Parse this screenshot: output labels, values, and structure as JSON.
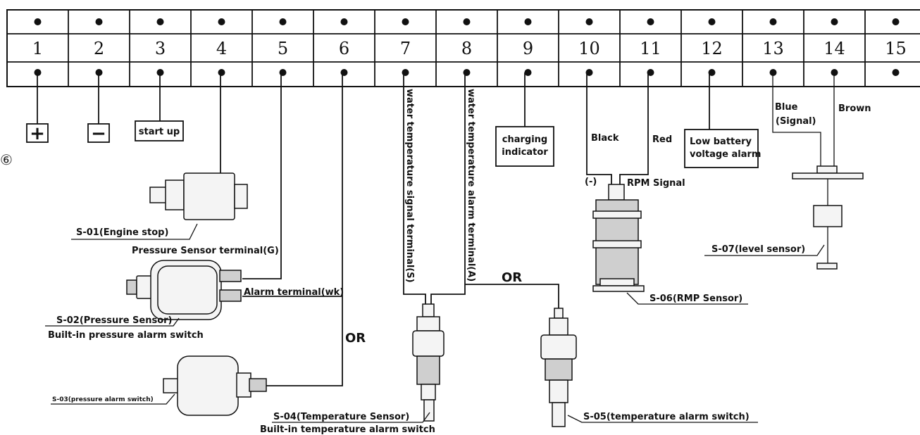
{
  "terminals": [
    "1",
    "2",
    "3",
    "4",
    "5",
    "6",
    "7",
    "8",
    "9",
    "10",
    "11",
    "12",
    "13",
    "14",
    "15"
  ],
  "symbols": {
    "plus": "+",
    "minus": "−",
    "circled_six": "⑥"
  },
  "labels": {
    "start_up": "start up",
    "charging_line1": "charging",
    "charging_line2": "indicator",
    "low_batt_line1": "Low battery",
    "low_batt_line2": "voltage alarm",
    "black": "Black",
    "red": "Red",
    "minus_paren": "(-)",
    "rpm_signal": "RPM  Signal",
    "blue_line1": "Blue",
    "blue_line2": "(Signal)",
    "brown": "Brown",
    "water_temp_signal": "water temperature signal terminal(S)",
    "water_temp_alarm": "water temperature alarm terminal(A)",
    "s01": "S-01(Engine stop)",
    "pressure_terminal": "Pressure Sensor terminal(G)",
    "alarm_terminal": "Alarm terminal(wk)",
    "s02": "S-02(Pressure Sensor)",
    "s02_sub": "Built-in pressure alarm switch",
    "or_left": "OR",
    "or_mid": "OR",
    "s03": "S-03(pressure alarm switch)",
    "s04": "S-04(Temperature Sensor)",
    "s04_sub": "Built-in temperature alarm switch",
    "s05": "S-05(temperature alarm switch)",
    "s06": "S-06(RMP Sensor)",
    "s07": "S-07(level sensor)"
  }
}
